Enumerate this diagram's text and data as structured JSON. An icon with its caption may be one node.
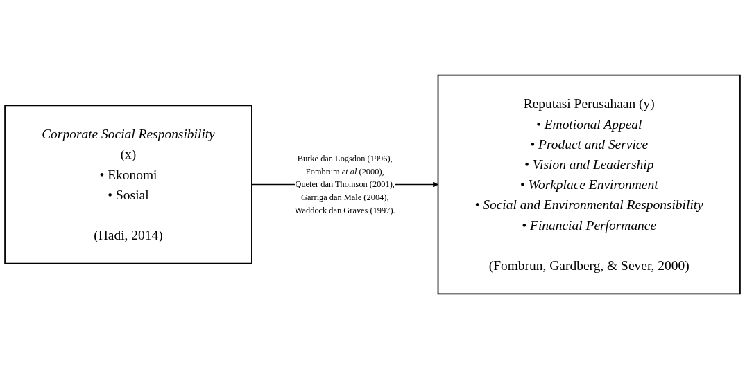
{
  "diagram": {
    "nodes": [
      {
        "text": [
          "Corporate Social Responsibility",
          "(x)",
          "• Ekonomi",
          "• Sosial",
          "(Hadi, 2014)"
        ]
      },
      {
        "text": [
          "Reputasi Perusahaan (y)",
          "• Emotional Appeal",
          "• Product and Service",
          "• Vision and Leadership",
          "• Workplace Environment",
          "• Social and Environmental Responsibility",
          "• Financial Performance",
          "(Fombrun, Gardberg, & Sever, 2000)"
        ]
      }
    ],
    "edges": [
      {
        "from": 0,
        "to": 1,
        "arrow": "to",
        "label": "Burke dan Logsdon (1996), Fombrum *et al* (2000), Queter dan Thomson (2001), Garriga dan Male (2004), Waddock dan Graves (1997)."
      }
    ]
  }
}
